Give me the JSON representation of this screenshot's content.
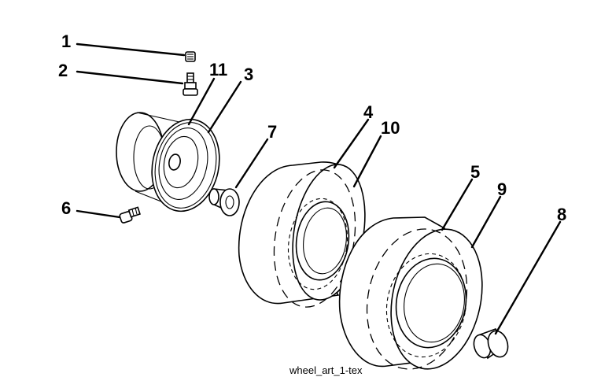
{
  "callouts": [
    "1",
    "2",
    "11",
    "3",
    "4",
    "10",
    "7",
    "6",
    "5",
    "9",
    "8"
  ],
  "caption": "wheel_art_1-tex"
}
